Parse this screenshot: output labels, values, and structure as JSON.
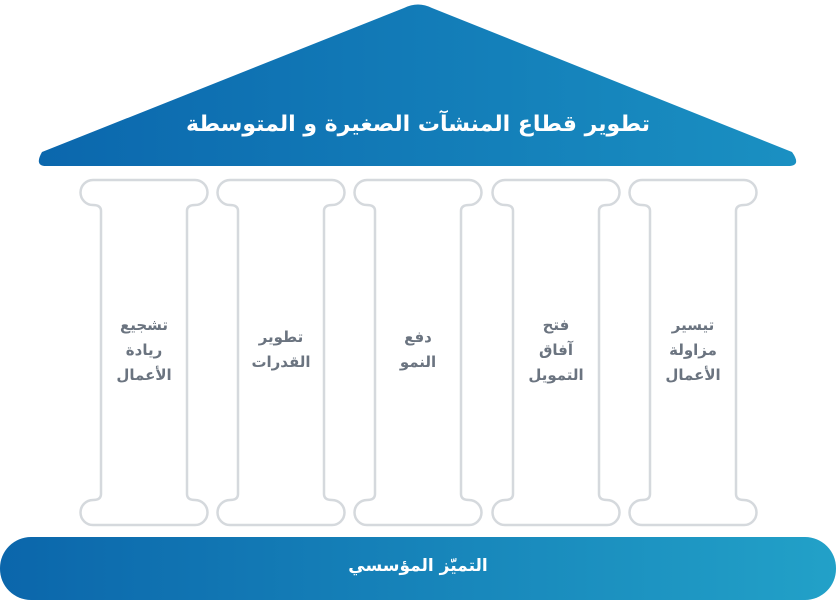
{
  "roof": {
    "title": "تطوير قطاع المنشآت الصغيرة و المتوسطة"
  },
  "base": {
    "title": "التميّز المؤسسي"
  },
  "pillars": [
    {
      "lines": [
        "تيسير",
        "مزاولة",
        "الأعمال"
      ]
    },
    {
      "lines": [
        "فتح",
        "آفاق",
        "التمويل"
      ]
    },
    {
      "lines": [
        "دفع",
        "النمو"
      ]
    },
    {
      "lines": [
        "تطوير",
        "القدرات"
      ]
    },
    {
      "lines": [
        "تشجيع",
        "ريادة",
        "الأعمال"
      ]
    }
  ],
  "colors": {
    "primary_dark": "#0b67ad",
    "primary_light": "#1f9bc6",
    "pillar_stroke": "#d5d9dd",
    "pillar_text": "#6b7480"
  }
}
